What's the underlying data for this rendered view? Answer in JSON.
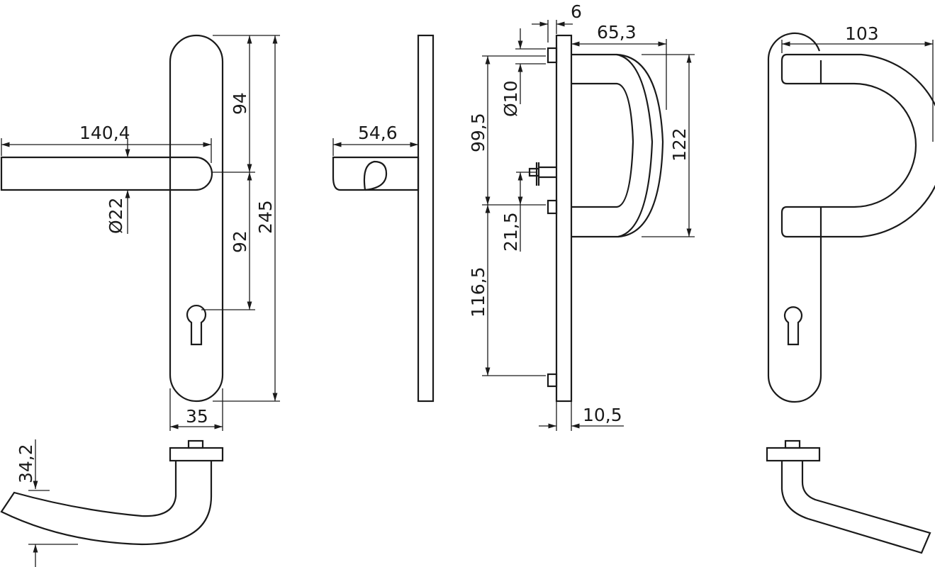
{
  "drawing": {
    "front_view": {
      "lever_length": "140,4",
      "lever_diameter": "Ø22",
      "upper_distance": "94",
      "lower_distance": "92",
      "plate_height": "245",
      "plate_width": "35",
      "lever_drop": "34,2"
    },
    "side_view": {
      "lever_projection": "54,6"
    },
    "pull_handle_side_view": {
      "plate_thickness": "6",
      "handle_projection": "65,3",
      "upper_fixing": "99,5",
      "pin_diameter": "Ø10",
      "handle_height": "122",
      "spindle_offset": "21,5",
      "lower_fixing": "116,5",
      "base_thickness": "10,5"
    },
    "pull_handle_front_view": {
      "handle_width": "103"
    }
  },
  "colors": {
    "line": "#1a1a1a",
    "background": "#ffffff"
  }
}
